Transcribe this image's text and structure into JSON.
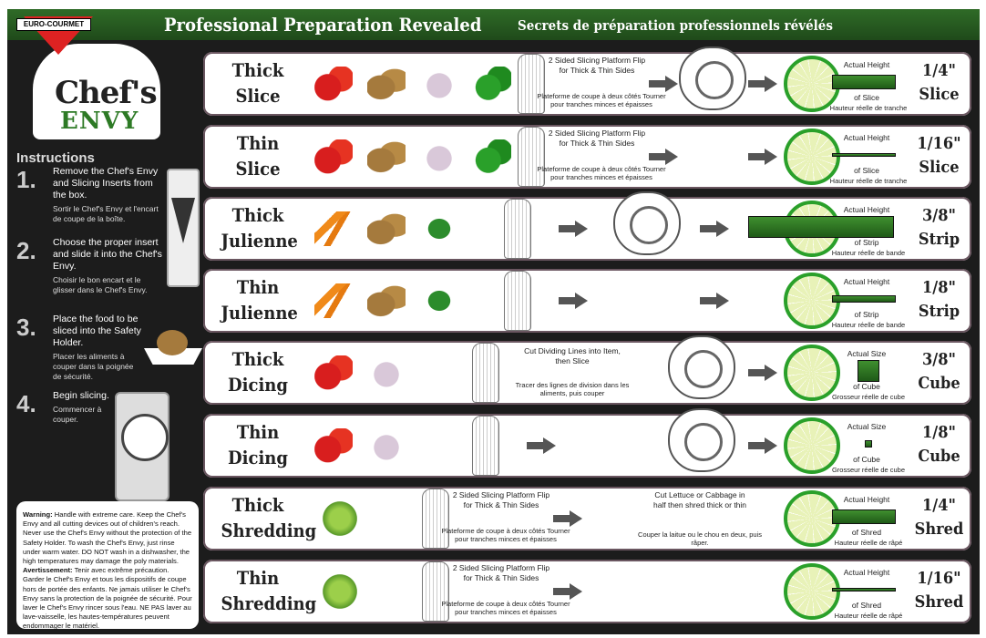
{
  "brand": "EURO-COURMET",
  "logo": {
    "line1": "Chef's",
    "line2": "ENVY"
  },
  "header": {
    "title_en": "Professional Preparation Revealed",
    "title_fr": "Secrets de préparation professionnels révélés"
  },
  "instructions": {
    "heading": "Instructions",
    "steps": [
      {
        "num": "1.",
        "en": "Remove the Chef's Envy and Slicing Inserts from the box.",
        "fr": "Sortir le Chef's Envy et l'encart de coupe de la boîte."
      },
      {
        "num": "2.",
        "en": "Choose the proper insert and slide it into the Chef's Envy.",
        "fr": "Choisir le bon encart et le glisser dans le Chef's Envy."
      },
      {
        "num": "3.",
        "en": "Place the food to be sliced into the Safety Holder.",
        "fr": "Placer les aliments à couper dans la poignée de sécurité."
      },
      {
        "num": "4.",
        "en": "Begin slicing.",
        "fr": "Commencer à couper."
      }
    ]
  },
  "warning": {
    "label_en": "Warning:",
    "text_en": "Handle with extreme care. Keep the Chef's Envy and all cutting devices out of children's reach. Never use the Chef's Envy without the protection of the Safety Holder. To wash the Chef's Envy, just rinse under warm water. DO NOT wash in a dishwasher, the high temperatures may damage the poly materials.",
    "label_fr": "Avertissement:",
    "text_fr": "Tenir avec extrême précaution. Garder le Chef's Envy et tous les dispositifs de coupe hors de portée des enfants. Ne jamais utiliser le Chef's Envy sans la protection de la poignée de sécurité. Pour laver le Chef's Envy rincer sous l'eau. NE PAS laver au lave-vaisselle, les hautes-températures peuvent endommager le matériel."
  },
  "platform_text": {
    "en": "2 Sided Slicing Platform Flip for Thick & Thin Sides",
    "fr": "Plateforme de coupe à deux côtés Tourner pour tranches minces et épaisses"
  },
  "dicing_text": {
    "en": "Cut Dividing Lines into Item, then Slice",
    "fr": "Tracer des lignes de division dans les aliments, puis couper"
  },
  "shred_text": {
    "en": "Cut Lettuce or Cabbage in half then shred thick or thin",
    "fr": "Couper la laitue ou le chou en deux, puis râper."
  },
  "rows": [
    {
      "title1": "Thick",
      "title2": "Slice",
      "foods": [
        "tomato",
        "potato",
        "onion",
        "pepper"
      ],
      "mid": "platform",
      "m_top": "Actual Height",
      "m_bot": "of Slice",
      "m_fr": "Hauteur réelle de tranche",
      "size": "1/4\"",
      "unit": "Slice",
      "measure_in": 0.25
    },
    {
      "title1": "Thin",
      "title2": "Slice",
      "foods": [
        "tomato",
        "potato",
        "onion",
        "pepper"
      ],
      "mid": "platform",
      "m_top": "Actual Height",
      "m_bot": "of Slice",
      "m_fr": "Hauteur réelle de tranche",
      "size": "1/16\"",
      "unit": "Slice",
      "measure_in": 0.0625
    },
    {
      "title1": "Thick",
      "title2": "Julienne",
      "foods": [
        "carrot",
        "potato",
        "cucumber"
      ],
      "mid": "",
      "m_top": "Actual Height",
      "m_bot": "of Strip",
      "m_fr": "Hauteur réelle de bande",
      "size": "3/8\"",
      "unit": "Strip",
      "measure_in": 0.375
    },
    {
      "title1": "Thin",
      "title2": "Julienne",
      "foods": [
        "carrot",
        "potato",
        "cucumber"
      ],
      "mid": "",
      "m_top": "Actual Height",
      "m_bot": "of Strip",
      "m_fr": "Hauteur réelle de bande",
      "size": "1/8\"",
      "unit": "Strip",
      "measure_in": 0.125
    },
    {
      "title1": "Thick",
      "title2": "Dicing",
      "foods": [
        "tomato",
        "onion"
      ],
      "mid": "dicing",
      "m_top": "Actual Size",
      "m_bot": "of Cube",
      "m_fr": "Grosseur réelle de cube",
      "size": "3/8\"",
      "unit": "Cube",
      "measure_in": 0.375
    },
    {
      "title1": "Thin",
      "title2": "Dicing",
      "foods": [
        "tomato",
        "onion"
      ],
      "mid": "",
      "m_top": "Actual Size",
      "m_bot": "of Cube",
      "m_fr": "Grosseur réelle de cube",
      "size": "1/8\"",
      "unit": "Cube",
      "measure_in": 0.125
    },
    {
      "title1": "Thick",
      "title2": "Shredding",
      "foods": [
        "lettuce"
      ],
      "mid": "platform",
      "mid2": "shred",
      "m_top": "Actual Height",
      "m_bot": "of Shred",
      "m_fr": "Hauteur réelle de râpé",
      "size": "1/4\"",
      "unit": "Shred",
      "measure_in": 0.25
    },
    {
      "title1": "Thin",
      "title2": "Shredding",
      "foods": [
        "lettuce"
      ],
      "mid": "platform",
      "m_top": "Actual Height",
      "m_bot": "of Shred",
      "m_fr": "Hauteur réelle de râpé",
      "size": "1/16\"",
      "unit": "Shred",
      "measure_in": 0.0625
    }
  ]
}
